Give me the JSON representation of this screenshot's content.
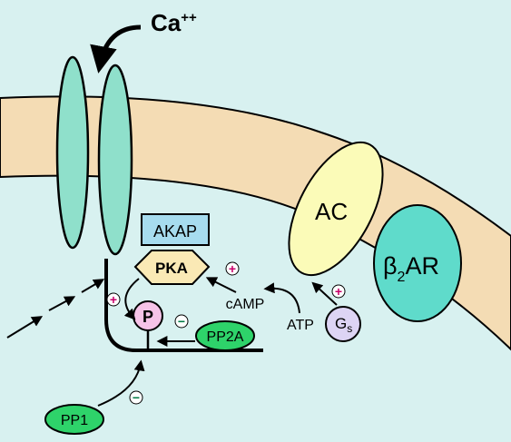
{
  "labels": {
    "ion": "Ca",
    "ion_charge": "++",
    "akap": "AKAP",
    "pka": "PKA",
    "phospho": "P",
    "pp2a": "PP2A",
    "pp1": "PP1",
    "camp": "cAMP",
    "atp": "ATP",
    "ac": "AC",
    "receptor_beta": "β",
    "receptor_sub": "2",
    "receptor_ar": "AR",
    "gs_g": "G",
    "gs_sub": "s"
  },
  "signs": {
    "plus": "+",
    "minus": "−"
  },
  "colors": {
    "background": "#d8f1f0",
    "membrane": "#f4dcb4",
    "channel": "#8fe0cb",
    "ac": "#fbfbb8",
    "receptor": "#5fdbcb",
    "akap": "#a7dcef",
    "pka": "#fae9b5",
    "phospho": "#f6c3e8",
    "gs": "#ddd4f4",
    "phosphatase": "#2ed36a",
    "plus_sign": "#c8006a",
    "minus_sign": "#007a45"
  }
}
